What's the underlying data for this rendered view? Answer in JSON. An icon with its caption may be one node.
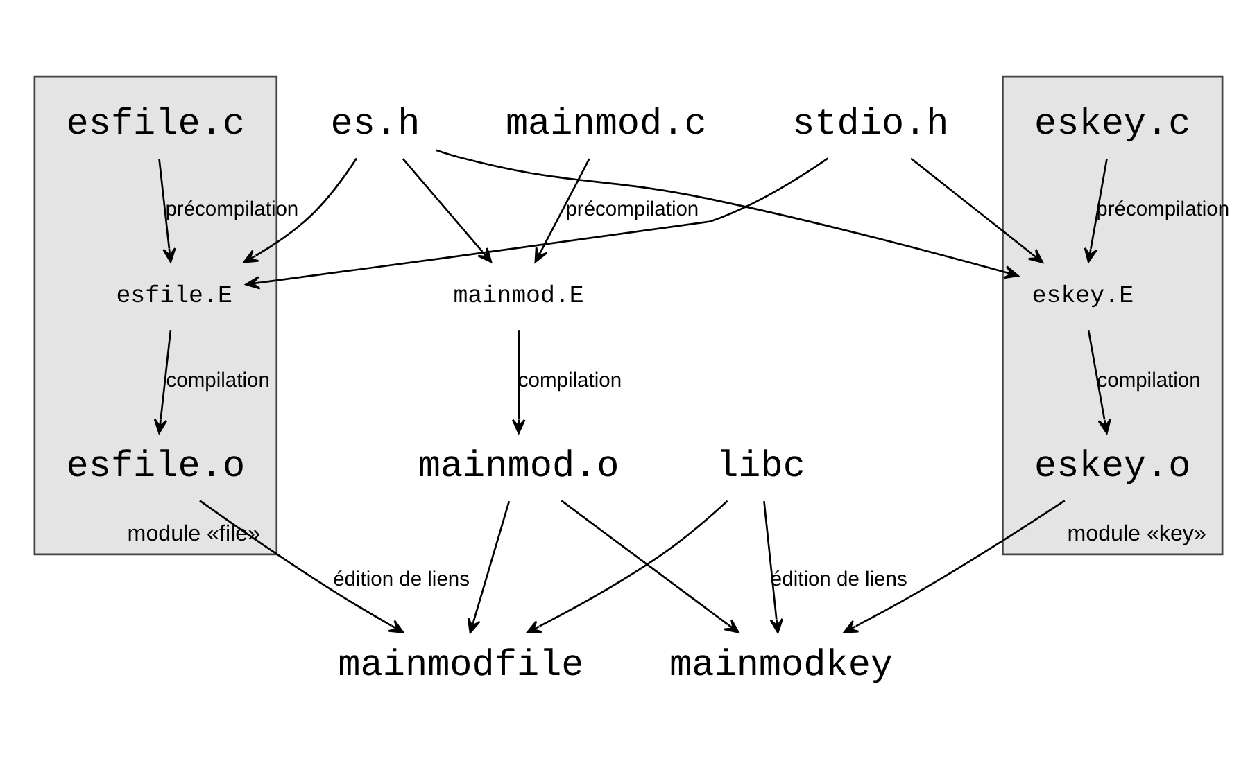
{
  "diagram": {
    "nodes": [
      {
        "text": [
          "mainmod.c"
        ]
      },
      {
        "text": [
          "module «file»"
        ]
      },
      {
        "text": [
          "esfile.c"
        ],
        "in": 1
      },
      {
        "text": [
          "es.h"
        ]
      },
      {
        "text": [
          "stdio.h"
        ]
      },
      {
        "text": [
          "module «key»"
        ]
      },
      {
        "text": [
          "eskey.c"
        ],
        "in": 5
      },
      {
        "text": [
          "mainmod.E"
        ]
      },
      {
        "text": [
          "esfile.E"
        ],
        "in": 1
      },
      {
        "text": [
          "eskey.E"
        ],
        "in": 5
      },
      {
        "text": [
          "mainmod.o"
        ]
      },
      {
        "text": [
          "esfile.o"
        ],
        "in": 1
      },
      {
        "text": [
          "libc"
        ]
      },
      {
        "text": [
          "eskey.o"
        ],
        "in": 5
      },
      {
        "text": [
          "mainmodfile"
        ]
      },
      {
        "text": [
          "mainmodkey"
        ]
      }
    ],
    "edges": [
      {
        "from": 0,
        "to": 7,
        "arrow": "to",
        "label": "précompilation"
      },
      {
        "from": 3,
        "to": 7,
        "arrow": "to"
      },
      {
        "from": 2,
        "to": 8,
        "arrow": "to",
        "label": "précompilation"
      },
      {
        "from": 3,
        "to": 8,
        "arrow": "to"
      },
      {
        "from": 4,
        "to": 8,
        "arrow": "to"
      },
      {
        "from": 3,
        "to": 9,
        "arrow": "to"
      },
      {
        "from": 4,
        "to": 9,
        "arrow": "to"
      },
      {
        "from": 6,
        "to": 9,
        "arrow": "to",
        "label": "précompilation"
      },
      {
        "from": 7,
        "to": 10,
        "arrow": "to",
        "label": "compilation"
      },
      {
        "from": 8,
        "to": 11,
        "arrow": "to",
        "label": "compilation"
      },
      {
        "from": 9,
        "to": 13,
        "arrow": "to",
        "label": "compilation"
      },
      {
        "from": 10,
        "to": 14,
        "arrow": "to"
      },
      {
        "from": 11,
        "to": 14,
        "arrow": "to",
        "label": "édition de liens"
      },
      {
        "from": 12,
        "to": 14,
        "arrow": "to"
      },
      {
        "from": 10,
        "to": 15,
        "arrow": "to"
      },
      {
        "from": 12,
        "to": 15,
        "arrow": "to",
        "label": "édition de liens"
      },
      {
        "from": 13,
        "to": 15,
        "arrow": "to"
      }
    ]
  }
}
